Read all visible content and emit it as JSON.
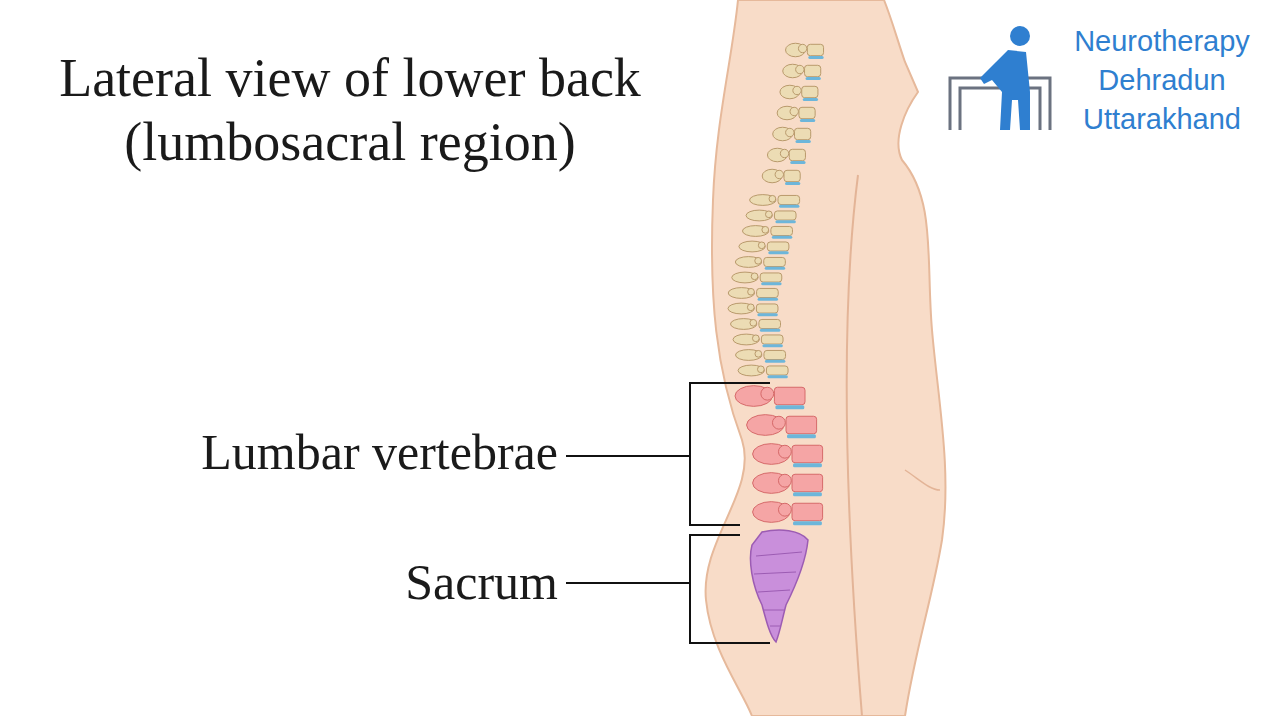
{
  "diagram": {
    "title": "Lateral view of lower back (lumbosacral region)",
    "labels": [
      "Lumbar vertebrae",
      "Sacrum",
      "Neurotherapy Dehradun Uttarakhand"
    ]
  }
}
